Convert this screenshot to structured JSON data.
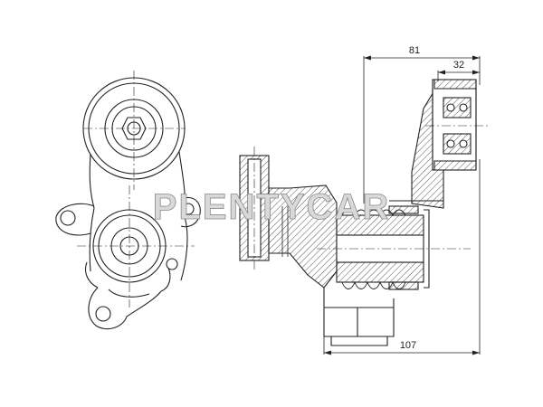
{
  "watermark": {
    "text": "PLENTYCAR"
  },
  "dimensions": {
    "overall_top": "81",
    "pulley_width": "32",
    "overall_bottom": "107"
  },
  "colors": {
    "line": "#222222",
    "hatch": "#444444",
    "watermark_fill": "#d9d9d9"
  }
}
